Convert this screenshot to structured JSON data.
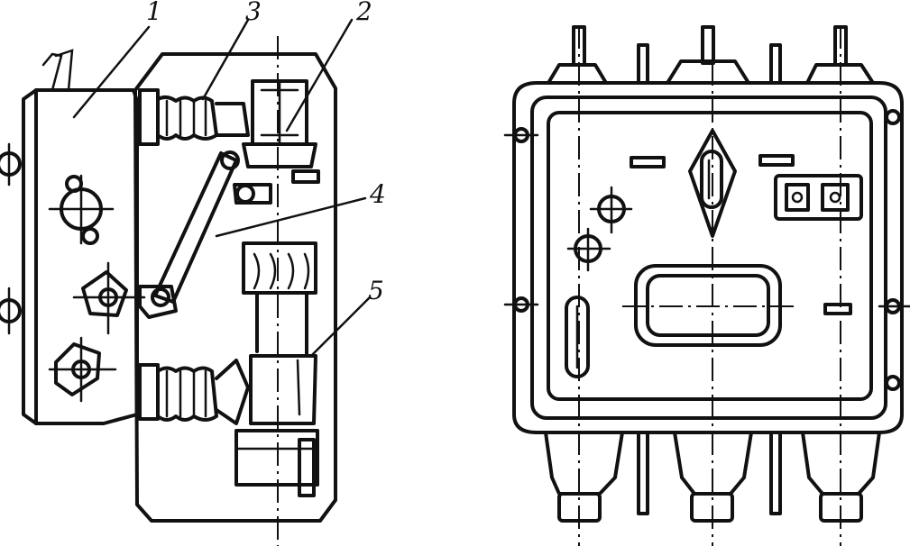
{
  "left_view": {
    "callouts": [
      {
        "id": "1",
        "text": "1"
      },
      {
        "id": "2",
        "text": "2"
      },
      {
        "id": "3",
        "text": "3"
      },
      {
        "id": "4",
        "text": "4"
      },
      {
        "id": "5",
        "text": "5"
      }
    ]
  }
}
